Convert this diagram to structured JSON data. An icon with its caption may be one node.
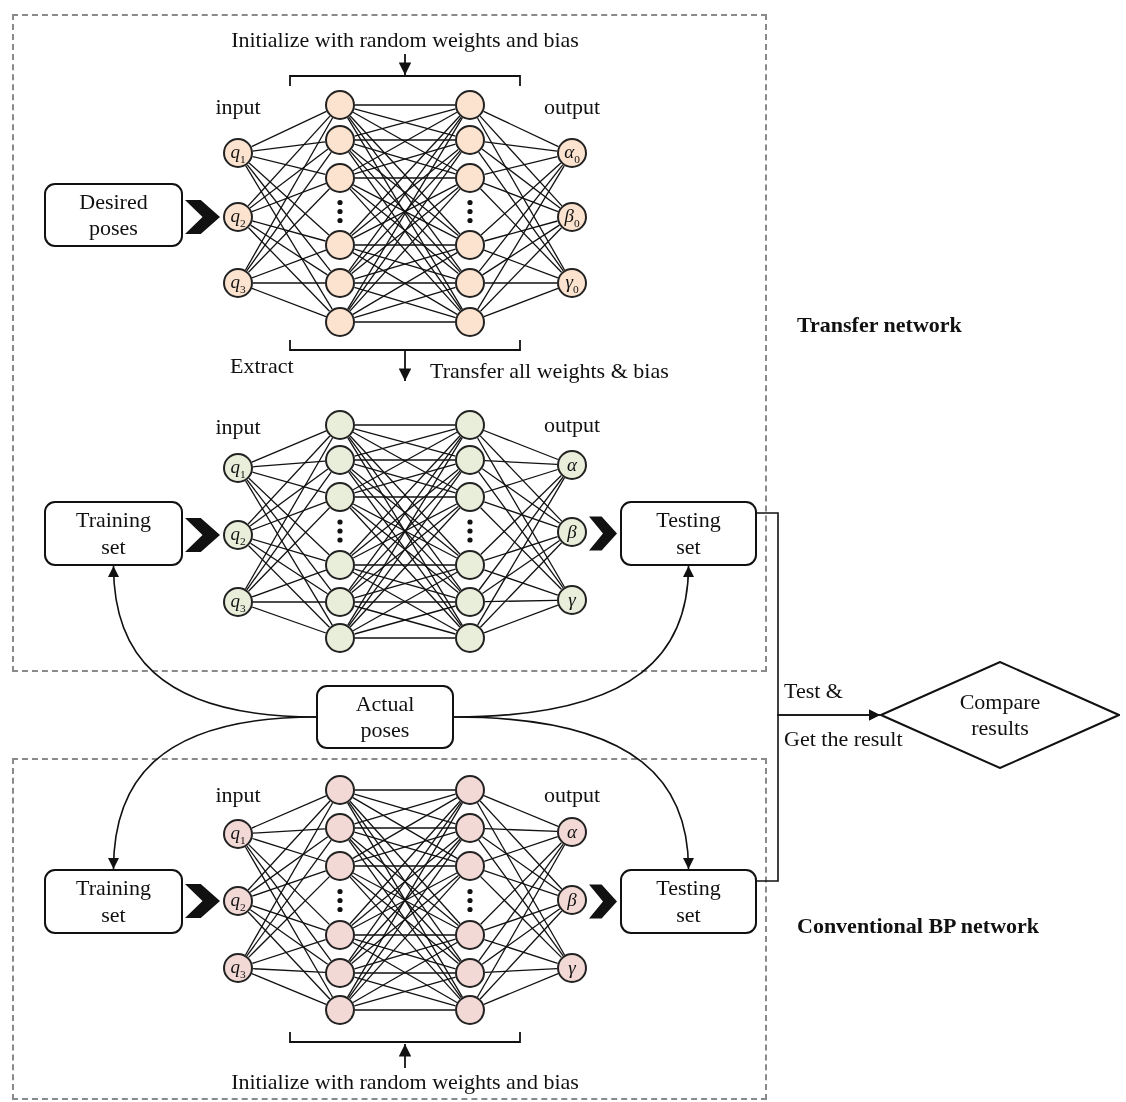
{
  "diagram": {
    "nodes": [
      {
        "text": [
          "Transfer network"
        ]
      },
      {
        "text": [
          "Desired poses"
        ],
        "in": 0
      },
      {
        "text": [
          "q$_{1}$"
        ],
        "in": 0
      },
      {
        "text": [
          "q$_{2}$"
        ],
        "in": 0
      },
      {
        "text": [
          "q$_{3}$"
        ],
        "in": 0
      },
      {
        "text": [],
        "shape": "circle",
        "in": 0
      },
      {
        "text": [],
        "shape": "circle",
        "in": 0
      },
      {
        "text": [],
        "shape": "circle",
        "in": 0
      },
      {
        "text": [],
        "shape": "circle",
        "in": 0
      },
      {
        "text": [],
        "shape": "circle",
        "in": 0
      },
      {
        "text": [],
        "shape": "circle",
        "in": 0
      },
      {
        "text": [],
        "shape": "circle",
        "in": 0
      },
      {
        "text": [],
        "shape": "circle",
        "in": 0
      },
      {
        "text": [],
        "shape": "circle",
        "in": 0
      },
      {
        "text": [],
        "shape": "circle",
        "in": 0
      },
      {
        "text": [],
        "shape": "circle",
        "in": 0
      },
      {
        "text": [],
        "shape": "circle",
        "in": 0
      },
      {
        "text": [
          "α$_{0}$"
        ],
        "in": 0
      },
      {
        "text": [
          "β$_{0}$"
        ],
        "in": 0
      },
      {
        "text": [
          "γ$_{0}$"
        ],
        "in": 0
      },
      {
        "text": [
          "Training set"
        ],
        "in": 0
      },
      {
        "text": [
          "q$_{1}$"
        ],
        "in": 0
      },
      {
        "text": [
          "q$_{2}$"
        ],
        "in": 0
      },
      {
        "text": [
          "q$_{3}$"
        ],
        "in": 0
      },
      {
        "text": [],
        "shape": "circle",
        "in": 0
      },
      {
        "text": [],
        "shape": "circle",
        "in": 0
      },
      {
        "text": [],
        "shape": "circle",
        "in": 0
      },
      {
        "text": [],
        "shape": "circle",
        "in": 0
      },
      {
        "text": [],
        "shape": "circle",
        "in": 0
      },
      {
        "text": [],
        "shape": "circle",
        "in": 0
      },
      {
        "text": [],
        "shape": "circle",
        "in": 0
      },
      {
        "text": [],
        "shape": "circle",
        "in": 0
      },
      {
        "text": [],
        "shape": "circle",
        "in": 0
      },
      {
        "text": [],
        "shape": "circle",
        "in": 0
      },
      {
        "text": [],
        "shape": "circle",
        "in": 0
      },
      {
        "text": [],
        "shape": "circle",
        "in": 0
      },
      {
        "text": [
          "α"
        ],
        "in": 0
      },
      {
        "text": [
          "β"
        ],
        "in": 0
      },
      {
        "text": [
          "γ"
        ],
        "in": 0
      },
      {
        "text": [
          "Testing set"
        ],
        "in": 0
      },
      {
        "text": [
          "Actual poses"
        ]
      },
      {
        "text": [
          "Compare results"
        ]
      },
      {
        "text": [
          "Conventional BP network"
        ]
      },
      {
        "text": [
          "Training set"
        ],
        "in": 42
      },
      {
        "text": [
          "q$_{1}$"
        ],
        "in": 42
      },
      {
        "text": [
          "q$_{2}$"
        ],
        "in": 42
      },
      {
        "text": [
          "q$_{3}$"
        ],
        "in": 42
      },
      {
        "text": [],
        "shape": "circle",
        "in": 42
      },
      {
        "text": [],
        "shape": "circle",
        "in": 42
      },
      {
        "text": [],
        "shape": "circle",
        "in": 42
      },
      {
        "text": [],
        "shape": "circle",
        "in": 42
      },
      {
        "text": [],
        "shape": "circle",
        "in": 42
      },
      {
        "text": [],
        "shape": "circle",
        "in": 42
      },
      {
        "text": [],
        "shape": "circle",
        "in": 42
      },
      {
        "text": [],
        "shape": "circle",
        "in": 42
      },
      {
        "text": [],
        "shape": "circle",
        "in": 42
      },
      {
        "text": [],
        "shape": "circle",
        "in": 42
      },
      {
        "text": [],
        "shape": "circle",
        "in": 42
      },
      {
        "text": [],
        "shape": "circle",
        "in": 42
      },
      {
        "text": [
          "α"
        ],
        "in": 42
      },
      {
        "text": [
          "β"
        ],
        "in": 42
      },
      {
        "text": [
          "γ"
        ],
        "in": 42
      },
      {
        "text": [
          "Testing set"
        ],
        "in": 42
      }
    ],
    "edges": [
      {
        "from": 1,
        "to": 3,
        "arrow": "to",
        "style": "thick"
      },
      {
        "from": 2,
        "to": 5,
        "arrow": "none"
      },
      {
        "from": 2,
        "to": 6,
        "arrow": "none"
      },
      {
        "from": 2,
        "to": 7,
        "arrow": "none"
      },
      {
        "from": 2,
        "to": 8,
        "arrow": "none"
      },
      {
        "from": 2,
        "to": 9,
        "arrow": "none"
      },
      {
        "from": 2,
        "to": 10,
        "arrow": "none"
      },
      {
        "from": 3,
        "to": 5,
        "arrow": "none"
      },
      {
        "from": 3,
        "to": 6,
        "arrow": "none"
      },
      {
        "from": 3,
        "to": 7,
        "arrow": "none"
      },
      {
        "from": 3,
        "to": 8,
        "arrow": "none"
      },
      {
        "from": 3,
        "to": 9,
        "arrow": "none"
      },
      {
        "from": 3,
        "to": 10,
        "arrow": "none"
      },
      {
        "from": 4,
        "to": 5,
        "arrow": "none"
      },
      {
        "from": 4,
        "to": 6,
        "arrow": "none"
      },
      {
        "from": 4,
        "to": 7,
        "arrow": "none"
      },
      {
        "from": 4,
        "to": 8,
        "arrow": "none"
      },
      {
        "from": 4,
        "to": 9,
        "arrow": "none"
      },
      {
        "from": 4,
        "to": 10,
        "arrow": "none"
      },
      {
        "from": 5,
        "to": 11,
        "arrow": "none"
      },
      {
        "from": 5,
        "to": 12,
        "arrow": "none"
      },
      {
        "from": 5,
        "to": 13,
        "arrow": "none"
      },
      {
        "from": 5,
        "to": 14,
        "arrow": "none"
      },
      {
        "from": 5,
        "to": 15,
        "arrow": "none"
      },
      {
        "from": 5,
        "to": 16,
        "arrow": "none"
      },
      {
        "from": 6,
        "to": 11,
        "arrow": "none"
      },
      {
        "from": 6,
        "to": 12,
        "arrow": "none"
      },
      {
        "from": 6,
        "to": 13,
        "arrow": "none"
      },
      {
        "from": 6,
        "to": 14,
        "arrow": "none"
      },
      {
        "from": 6,
        "to": 15,
        "arrow": "none"
      },
      {
        "from": 6,
        "to": 16,
        "arrow": "none"
      },
      {
        "from": 7,
        "to": 11,
        "arrow": "none"
      },
      {
        "from": 7,
        "to": 12,
        "arrow": "none"
      },
      {
        "from": 7,
        "to": 13,
        "arrow": "none"
      },
      {
        "from": 7,
        "to": 14,
        "arrow": "none"
      },
      {
        "from": 7,
        "to": 15,
        "arrow": "none"
      },
      {
        "from": 7,
        "to": 16,
        "arrow": "none"
      },
      {
        "from": 8,
        "to": 11,
        "arrow": "none"
      },
      {
        "from": 8,
        "to": 12,
        "arrow": "none"
      },
      {
        "from": 8,
        "to": 13,
        "arrow": "none"
      },
      {
        "from": 8,
        "to": 14,
        "arrow": "none"
      },
      {
        "from": 8,
        "to": 15,
        "arrow": "none"
      },
      {
        "from": 8,
        "to": 16,
        "arrow": "none"
      },
      {
        "from": 9,
        "to": 11,
        "arrow": "none"
      },
      {
        "from": 9,
        "to": 12,
        "arrow": "none"
      },
      {
        "from": 9,
        "to": 13,
        "arrow": "none"
      },
      {
        "from": 9,
        "to": 14,
        "arrow": "none"
      },
      {
        "from": 9,
        "to": 15,
        "arrow": "none"
      },
      {
        "from": 9,
        "to": 16,
        "arrow": "none"
      },
      {
        "from": 10,
        "to": 11,
        "arrow": "none"
      },
      {
        "from": 10,
        "to": 12,
        "arrow": "none"
      },
      {
        "from": 10,
        "to": 13,
        "arrow": "none"
      },
      {
        "from": 10,
        "to": 14,
        "arrow": "none"
      },
      {
        "from": 10,
        "to": 15,
        "arrow": "none"
      },
      {
        "from": 10,
        "to": 16,
        "arrow": "none"
      },
      {
        "from": 11,
        "to": 17,
        "arrow": "none"
      },
      {
        "from": 11,
        "to": 18,
        "arrow": "none"
      },
      {
        "from": 11,
        "to": 19,
        "arrow": "none"
      },
      {
        "from": 12,
        "to": 17,
        "arrow": "none"
      },
      {
        "from": 12,
        "to": 18,
        "arrow": "none"
      },
      {
        "from": 12,
        "to": 19,
        "arrow": "none"
      },
      {
        "from": 13,
        "to": 17,
        "arrow": "none"
      },
      {
        "from": 13,
        "to": 18,
        "arrow": "none"
      },
      {
        "from": 13,
        "to": 19,
        "arrow": "none"
      },
      {
        "from": 14,
        "to": 17,
        "arrow": "none"
      },
      {
        "from": 14,
        "to": 18,
        "arrow": "none"
      },
      {
        "from": 14,
        "to": 19,
        "arrow": "none"
      },
      {
        "from": 15,
        "to": 17,
        "arrow": "none"
      },
      {
        "from": 15,
        "to": 18,
        "arrow": "none"
      },
      {
        "from": 15,
        "to": 19,
        "arrow": "none"
      },
      {
        "from": 16,
        "to": 17,
        "arrow": "none"
      },
      {
        "from": 16,
        "to": 18,
        "arrow": "none"
      },
      {
        "from": 16,
        "to": 19,
        "arrow": "none"
      },
      {
        "from": 20,
        "to": 22,
        "arrow": "to",
        "style": "thick"
      },
      {
        "from": 21,
        "to": 24,
        "arrow": "none"
      },
      {
        "from": 21,
        "to": 25,
        "arrow": "none"
      },
      {
        "from": 21,
        "to": 26,
        "arrow": "none"
      },
      {
        "from": 21,
        "to": 27,
        "arrow": "none"
      },
      {
        "from": 21,
        "to": 28,
        "arrow": "none"
      },
      {
        "from": 21,
        "to": 29,
        "arrow": "none"
      },
      {
        "from": 22,
        "to": 24,
        "arrow": "none"
      },
      {
        "from": 22,
        "to": 25,
        "arrow": "none"
      },
      {
        "from": 22,
        "to": 26,
        "arrow": "none"
      },
      {
        "from": 22,
        "to": 27,
        "arrow": "none"
      },
      {
        "from": 22,
        "to": 28,
        "arrow": "none"
      },
      {
        "from": 22,
        "to": 29,
        "arrow": "none"
      },
      {
        "from": 23,
        "to": 24,
        "arrow": "none"
      },
      {
        "from": 23,
        "to": 25,
        "arrow": "none"
      },
      {
        "from": 23,
        "to": 26,
        "arrow": "none"
      },
      {
        "from": 23,
        "to": 27,
        "arrow": "none"
      },
      {
        "from": 23,
        "to": 28,
        "arrow": "none"
      },
      {
        "from": 23,
        "to": 29,
        "arrow": "none"
      },
      {
        "from": 24,
        "to": 30,
        "arrow": "none"
      },
      {
        "from": 24,
        "to": 31,
        "arrow": "none"
      },
      {
        "from": 24,
        "to": 32,
        "arrow": "none"
      },
      {
        "from": 24,
        "to": 33,
        "arrow": "none"
      },
      {
        "from": 24,
        "to": 34,
        "arrow": "none"
      },
      {
        "from": 24,
        "to": 35,
        "arrow": "none"
      },
      {
        "from": 25,
        "to": 30,
        "arrow": "none"
      },
      {
        "from": 25,
        "to": 31,
        "arrow": "none"
      },
      {
        "from": 25,
        "to": 32,
        "arrow": "none"
      },
      {
        "from": 25,
        "to": 33,
        "arrow": "none"
      },
      {
        "from": 25,
        "to": 34,
        "arrow": "none"
      },
      {
        "from": 25,
        "to": 35,
        "arrow": "none"
      },
      {
        "from": 26,
        "to": 30,
        "arrow": "none"
      },
      {
        "from": 26,
        "to": 31,
        "arrow": "none"
      },
      {
        "from": 26,
        "to": 32,
        "arrow": "none"
      },
      {
        "from": 26,
        "to": 33,
        "arrow": "none"
      },
      {
        "from": 26,
        "to": 34,
        "arrow": "none"
      },
      {
        "from": 26,
        "to": 35,
        "arrow": "none"
      },
      {
        "from": 27,
        "to": 30,
        "arrow": "none"
      },
      {
        "from": 27,
        "to": 31,
        "arrow": "none"
      },
      {
        "from": 27,
        "to": 32,
        "arrow": "none"
      },
      {
        "from": 27,
        "to": 33,
        "arrow": "none"
      },
      {
        "from": 27,
        "to": 34,
        "arrow": "none"
      },
      {
        "from": 27,
        "to": 35,
        "arrow": "none"
      },
      {
        "from": 28,
        "to": 30,
        "arrow": "none"
      },
      {
        "from": 28,
        "to": 31,
        "arrow": "none"
      },
      {
        "from": 28,
        "to": 32,
        "arrow": "none"
      },
      {
        "from": 28,
        "to": 33,
        "arrow": "none"
      },
      {
        "from": 28,
        "to": 34,
        "arrow": "none"
      },
      {
        "from": 28,
        "to": 35,
        "arrow": "none"
      },
      {
        "from": 29,
        "to": 30,
        "arrow": "none"
      },
      {
        "from": 29,
        "to": 31,
        "arrow": "none"
      },
      {
        "from": 29,
        "to": 32,
        "arrow": "none"
      },
      {
        "from": 29,
        "to": 33,
        "arrow": "none"
      },
      {
        "from": 29,
        "to": 34,
        "arrow": "none"
      },
      {
        "from": 29,
        "to": 35,
        "arrow": "none"
      },
      {
        "from": 30,
        "to": 36,
        "arrow": "none"
      },
      {
        "from": 30,
        "to": 37,
        "arrow": "none"
      },
      {
        "from": 30,
        "to": 38,
        "arrow": "none"
      },
      {
        "from": 31,
        "to": 36,
        "arrow": "none"
      },
      {
        "from": 31,
        "to": 37,
        "arrow": "none"
      },
      {
        "from": 31,
        "to": 38,
        "arrow": "none"
      },
      {
        "from": 32,
        "to": 36,
        "arrow": "none"
      },
      {
        "from": 32,
        "to": 37,
        "arrow": "none"
      },
      {
        "from": 32,
        "to": 38,
        "arrow": "none"
      },
      {
        "from": 33,
        "to": 36,
        "arrow": "none"
      },
      {
        "from": 33,
        "to": 37,
        "arrow": "none"
      },
      {
        "from": 33,
        "to": 38,
        "arrow": "none"
      },
      {
        "from": 34,
        "to": 36,
        "arrow": "none"
      },
      {
        "from": 34,
        "to": 37,
        "arrow": "none"
      },
      {
        "from": 34,
        "to": 38,
        "arrow": "none"
      },
      {
        "from": 35,
        "to": 36,
        "arrow": "none"
      },
      {
        "from": 35,
        "to": 37,
        "arrow": "none"
      },
      {
        "from": 35,
        "to": 38,
        "arrow": "none"
      },
      {
        "from": 37,
        "to": 39,
        "arrow": "to",
        "style": "thick"
      },
      {
        "from": 40,
        "to": 20,
        "arrow": "to"
      },
      {
        "from": 40,
        "to": 39,
        "arrow": "to"
      },
      {
        "from": 40,
        "to": 43,
        "arrow": "to"
      },
      {
        "from": 40,
        "to": 62,
        "arrow": "to"
      },
      {
        "from": 39,
        "to": 41,
        "arrow": "to",
        "label": "Test &"
      },
      {
        "from": 62,
        "to": 41,
        "arrow": "to",
        "label": "Get the result"
      },
      {
        "from": 43,
        "to": 45,
        "arrow": "to",
        "style": "thick"
      },
      {
        "from": 44,
        "to": 47,
        "arrow": "none"
      },
      {
        "from": 44,
        "to": 48,
        "arrow": "none"
      },
      {
        "from": 44,
        "to": 49,
        "arrow": "none"
      },
      {
        "from": 44,
        "to": 50,
        "arrow": "none"
      },
      {
        "from": 44,
        "to": 51,
        "arrow": "none"
      },
      {
        "from": 44,
        "to": 52,
        "arrow": "none"
      },
      {
        "from": 45,
        "to": 47,
        "arrow": "none"
      },
      {
        "from": 45,
        "to": 48,
        "arrow": "none"
      },
      {
        "from": 45,
        "to": 49,
        "arrow": "none"
      },
      {
        "from": 45,
        "to": 50,
        "arrow": "none"
      },
      {
        "from": 45,
        "to": 51,
        "arrow": "none"
      },
      {
        "from": 45,
        "to": 52,
        "arrow": "none"
      },
      {
        "from": 46,
        "to": 47,
        "arrow": "none"
      },
      {
        "from": 46,
        "to": 48,
        "arrow": "none"
      },
      {
        "from": 46,
        "to": 49,
        "arrow": "none"
      },
      {
        "from": 46,
        "to": 50,
        "arrow": "none"
      },
      {
        "from": 46,
        "to": 51,
        "arrow": "none"
      },
      {
        "from": 46,
        "to": 52,
        "arrow": "none"
      },
      {
        "from": 47,
        "to": 53,
        "arrow": "none"
      },
      {
        "from": 47,
        "to": 54,
        "arrow": "none"
      },
      {
        "from": 47,
        "to": 55,
        "arrow": "none"
      },
      {
        "from": 47,
        "to": 56,
        "arrow": "none"
      },
      {
        "from": 47,
        "to": 57,
        "arrow": "none"
      },
      {
        "from": 47,
        "to": 58,
        "arrow": "none"
      },
      {
        "from": 48,
        "to": 53,
        "arrow": "none"
      },
      {
        "from": 48,
        "to": 54,
        "arrow": "none"
      },
      {
        "from": 48,
        "to": 55,
        "arrow": "none"
      },
      {
        "from": 48,
        "to": 56,
        "arrow": "none"
      },
      {
        "from": 48,
        "to": 57,
        "arrow": "none"
      },
      {
        "from": 48,
        "to": 58,
        "arrow": "none"
      },
      {
        "from": 49,
        "to": 53,
        "arrow": "none"
      },
      {
        "from": 49,
        "to": 54,
        "arrow": "none"
      },
      {
        "from": 49,
        "to": 55,
        "arrow": "none"
      },
      {
        "from": 49,
        "to": 56,
        "arrow": "none"
      },
      {
        "from": 49,
        "to": 57,
        "arrow": "none"
      },
      {
        "from": 49,
        "to": 58,
        "arrow": "none"
      },
      {
        "from": 50,
        "to": 53,
        "arrow": "none"
      },
      {
        "from": 50,
        "to": 54,
        "arrow": "none"
      },
      {
        "from": 50,
        "to": 55,
        "arrow": "none"
      },
      {
        "from": 50,
        "to": 56,
        "arrow": "none"
      },
      {
        "from": 50,
        "to": 57,
        "arrow": "none"
      },
      {
        "from": 50,
        "to": 58,
        "arrow": "none"
      },
      {
        "from": 51,
        "to": 53,
        "arrow": "none"
      },
      {
        "from": 51,
        "to": 54,
        "arrow": "none"
      },
      {
        "from": 51,
        "to": 55,
        "arrow": "none"
      },
      {
        "from": 51,
        "to": 56,
        "arrow": "none"
      },
      {
        "from": 51,
        "to": 57,
        "arrow": "none"
      },
      {
        "from": 51,
        "to": 58,
        "arrow": "none"
      },
      {
        "from": 52,
        "to": 53,
        "arrow": "none"
      },
      {
        "from": 52,
        "to": 54,
        "arrow": "none"
      },
      {
        "from": 52,
        "to": 55,
        "arrow": "none"
      },
      {
        "from": 52,
        "to": 56,
        "arrow": "none"
      },
      {
        "from": 52,
        "to": 57,
        "arrow": "none"
      },
      {
        "from": 52,
        "to": 58,
        "arrow": "none"
      },
      {
        "from": 53,
        "to": 59,
        "arrow": "none"
      },
      {
        "from": 53,
        "to": 60,
        "arrow": "none"
      },
      {
        "from": 53,
        "to": 61,
        "arrow": "none"
      },
      {
        "from": 54,
        "to": 59,
        "arrow": "none"
      },
      {
        "from": 54,
        "to": 60,
        "arrow": "none"
      },
      {
        "from": 54,
        "to": 61,
        "arrow": "none"
      },
      {
        "from": 55,
        "to": 59,
        "arrow": "none"
      },
      {
        "from": 55,
        "to": 60,
        "arrow": "none"
      },
      {
        "from": 55,
        "to": 61,
        "arrow": "none"
      },
      {
        "from": 56,
        "to": 59,
        "arrow": "none"
      },
      {
        "from": 56,
        "to": 60,
        "arrow": "none"
      },
      {
        "from": 56,
        "to": 61,
        "arrow": "none"
      },
      {
        "from": 57,
        "to": 59,
        "arrow": "none"
      },
      {
        "from": 57,
        "to": 60,
        "arrow": "none"
      },
      {
        "from": 57,
        "to": 61,
        "arrow": "none"
      },
      {
        "from": 58,
        "to": 59,
        "arrow": "none"
      },
      {
        "from": 58,
        "to": 60,
        "arrow": "none"
      },
      {
        "from": 58,
        "to": 61,
        "arrow": "none"
      },
      {
        "from": 60,
        "to": 62,
        "arrow": "to",
        "style": "thick"
      }
    ],
    "labels": [
      "Initialize with random weights and bias",
      "input",
      "output",
      "Extract",
      "Transfer all weights & bias",
      "input",
      "output",
      "input",
      "output",
      "Initialize with random weights and bias"
    ]
  }
}
